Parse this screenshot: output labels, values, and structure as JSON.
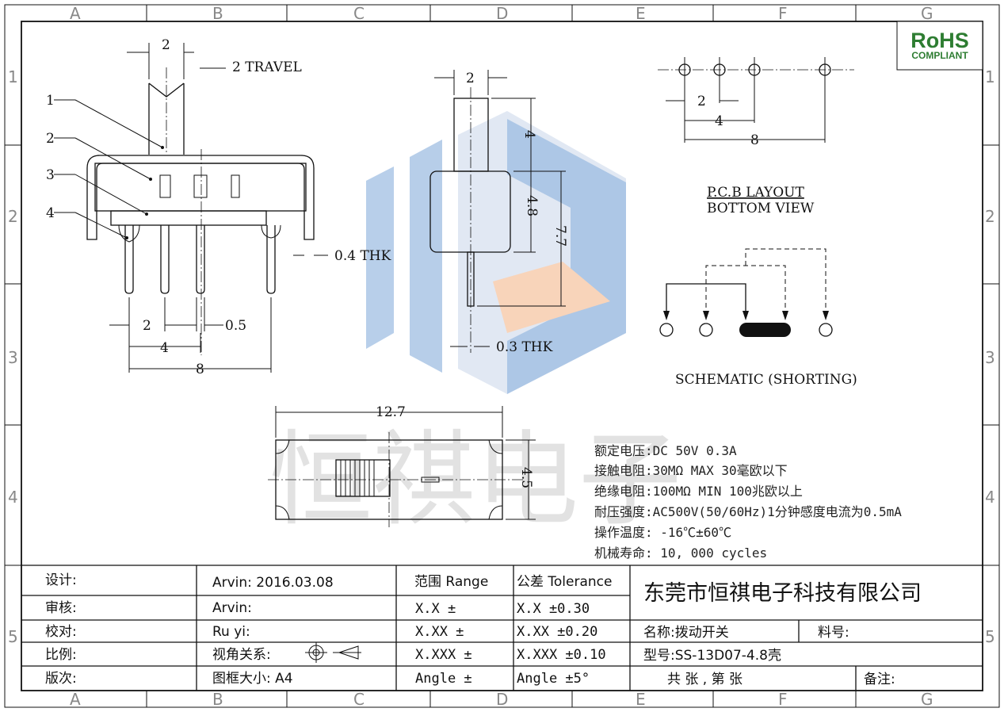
{
  "zones": {
    "columns": [
      "A",
      "B",
      "C",
      "D",
      "E",
      "F",
      "G"
    ],
    "rows": [
      "1",
      "2",
      "3",
      "4",
      "5"
    ]
  },
  "badge": {
    "line1": "RoHS",
    "line2": "COMPLIANT",
    "color": "#2e7d32"
  },
  "watermark": {
    "text": "恒祺电子",
    "color_blue": "#5b9bd5",
    "color_orange": "#f4b183"
  },
  "side_view": {
    "callouts": [
      "1",
      "2",
      "3",
      "4"
    ],
    "top_dim": "2",
    "travel": "2 TRAVEL",
    "thk": "0.4 THK",
    "pin_dim_2": "2",
    "pin_dim_05": "0.5",
    "pin_dim_4": "4",
    "pin_dim_8": "8"
  },
  "front_view": {
    "top_dim": "2",
    "dim_4": "4",
    "dim_48": "4.8",
    "dim_77": "7.7",
    "thk": "0.3 THK"
  },
  "top_view": {
    "length": "12.7",
    "width": "4.5"
  },
  "pcb": {
    "dim_2": "2",
    "dim_4": "4",
    "dim_8": "8",
    "title1": "P.C.B LAYOUT",
    "title2": "BOTTOM VIEW"
  },
  "schematic": {
    "title": "SCHEMATIC (SHORTING)"
  },
  "specs": [
    "额定电压:DC 50V 0.3A",
    "接触电阻:30MΩ  MAX 30毫欧以下",
    "绝缘电阻:100MΩ  MIN 100兆欧以上",
    "耐压强度:AC500V(50/60Hz)1分钟感度电流为0.5mA",
    "操作温度: -16℃±60℃",
    "机械寿命: 10, 000 cycles"
  ],
  "title_block": {
    "labels": [
      "设计:",
      "审核:",
      "校对:",
      "比例:",
      "版次:"
    ],
    "values": [
      "Arvin:  2016.03.08",
      "Arvin:",
      "Ru yi:",
      "视角关系:",
      "图框大小:  A4"
    ],
    "range_header": "范围 Range",
    "tolerance_header": "公差 Tolerance",
    "range_rows": [
      "X.X    ±",
      "X.XX   ±",
      "X.XXX  ±",
      "Angle  ±"
    ],
    "tolerance_rows": [
      "X.X    ±0.30",
      "X.XX   ±0.20",
      "X.XXX  ±0.10",
      "Angle  ±5°"
    ],
    "company": "东莞市恒祺电子科技有限公司",
    "name": "名称:拨动开关",
    "material_no": "料号:",
    "model": "型号:SS-13D07-4.8壳",
    "sheets": "共    张  ,  第    张",
    "remarks": "备注:"
  }
}
